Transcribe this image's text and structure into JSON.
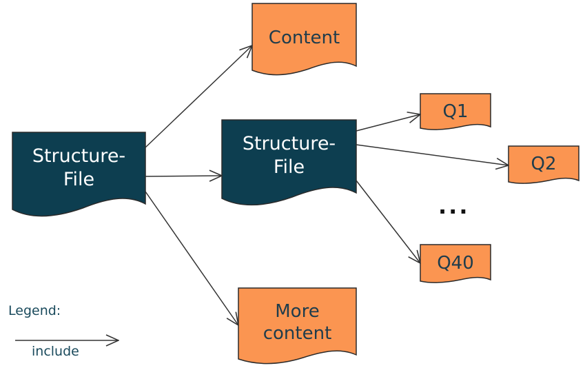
{
  "colors": {
    "structure_fill": "#0d3e50",
    "content_fill": "#fb9551",
    "stroke": "#2a2a2a",
    "arrow": "#333333",
    "legend_text": "#1a4a5c"
  },
  "nodes": {
    "structure_main": {
      "label": "Structure-\nFile",
      "kind": "structure-file"
    },
    "structure_child": {
      "label": "Structure-\nFile",
      "kind": "structure-file"
    },
    "content": {
      "label": "Content",
      "kind": "content"
    },
    "more_content": {
      "label": "More\ncontent",
      "kind": "content"
    },
    "q1": {
      "label": "Q1",
      "kind": "content"
    },
    "q2": {
      "label": "Q2",
      "kind": "content"
    },
    "q40": {
      "label": "Q40",
      "kind": "content"
    }
  },
  "ellipsis": "...",
  "edges": [
    {
      "from": "structure_main",
      "to": "content",
      "type": "include"
    },
    {
      "from": "structure_main",
      "to": "structure_child",
      "type": "include"
    },
    {
      "from": "structure_main",
      "to": "more_content",
      "type": "include"
    },
    {
      "from": "structure_child",
      "to": "q1",
      "type": "include"
    },
    {
      "from": "structure_child",
      "to": "q2",
      "type": "include"
    },
    {
      "from": "structure_child",
      "to": "q40",
      "type": "include"
    }
  ],
  "legend": {
    "title": "Legend:",
    "include_label": "include"
  }
}
